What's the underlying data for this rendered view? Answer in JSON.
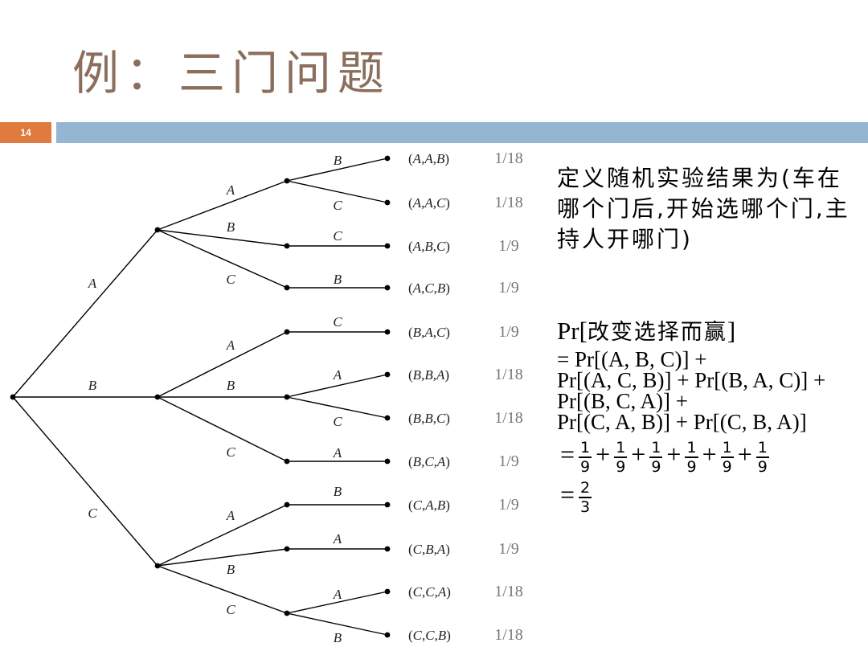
{
  "slide": {
    "title": "例：三门问题",
    "number": "14"
  },
  "tree": {
    "level1": [
      "A",
      "B",
      "C"
    ],
    "level2": [
      [
        "A",
        "B",
        "C"
      ],
      [
        "A",
        "B",
        "C"
      ],
      [
        "A",
        "B",
        "C"
      ]
    ],
    "leaves": [
      {
        "edge": "B",
        "outcome": [
          "A",
          "A",
          "B"
        ],
        "prob": "1/18"
      },
      {
        "edge": "C",
        "outcome": [
          "A",
          "A",
          "C"
        ],
        "prob": "1/18"
      },
      {
        "edge": "C",
        "outcome": [
          "A",
          "B",
          "C"
        ],
        "prob": "1/9"
      },
      {
        "edge": "B",
        "outcome": [
          "A",
          "C",
          "B"
        ],
        "prob": "1/9"
      },
      {
        "edge": "C",
        "outcome": [
          "B",
          "A",
          "C"
        ],
        "prob": "1/9"
      },
      {
        "edge": "A",
        "outcome": [
          "B",
          "B",
          "A"
        ],
        "prob": "1/18"
      },
      {
        "edge": "C",
        "outcome": [
          "B",
          "B",
          "C"
        ],
        "prob": "1/18"
      },
      {
        "edge": "A",
        "outcome": [
          "B",
          "C",
          "A"
        ],
        "prob": "1/9"
      },
      {
        "edge": "B",
        "outcome": [
          "C",
          "A",
          "B"
        ],
        "prob": "1/9"
      },
      {
        "edge": "A",
        "outcome": [
          "C",
          "B",
          "A"
        ],
        "prob": "1/9"
      },
      {
        "edge": "A",
        "outcome": [
          "C",
          "C",
          "A"
        ],
        "prob": "1/18"
      },
      {
        "edge": "B",
        "outcome": [
          "C",
          "C",
          "B"
        ],
        "prob": "1/18"
      }
    ]
  },
  "definition": "定义随机实验结果为(车在哪个门后,开始选哪个门,主持人开哪门)",
  "formula": {
    "lhs_prefix": "Pr[",
    "lhs_cjk": "改变选择而赢",
    "lhs_suffix": "]",
    "line2": "= Pr[(A, B, C)] +",
    "line3": "Pr[(A, C, B)] + Pr[(B, A, C)] +",
    "line4": "Pr[(B, C, A)] +",
    "line5": "Pr[(C, A, B)] + Pr[(C, B, A)]",
    "eq": "=",
    "plus": "+",
    "sum_fracs": [
      {
        "num": "1",
        "den": "9"
      },
      {
        "num": "1",
        "den": "9"
      },
      {
        "num": "1",
        "den": "9"
      },
      {
        "num": "1",
        "den": "9"
      },
      {
        "num": "1",
        "den": "9"
      },
      {
        "num": "1",
        "den": "9"
      }
    ],
    "result": {
      "num": "2",
      "den": "3"
    }
  }
}
